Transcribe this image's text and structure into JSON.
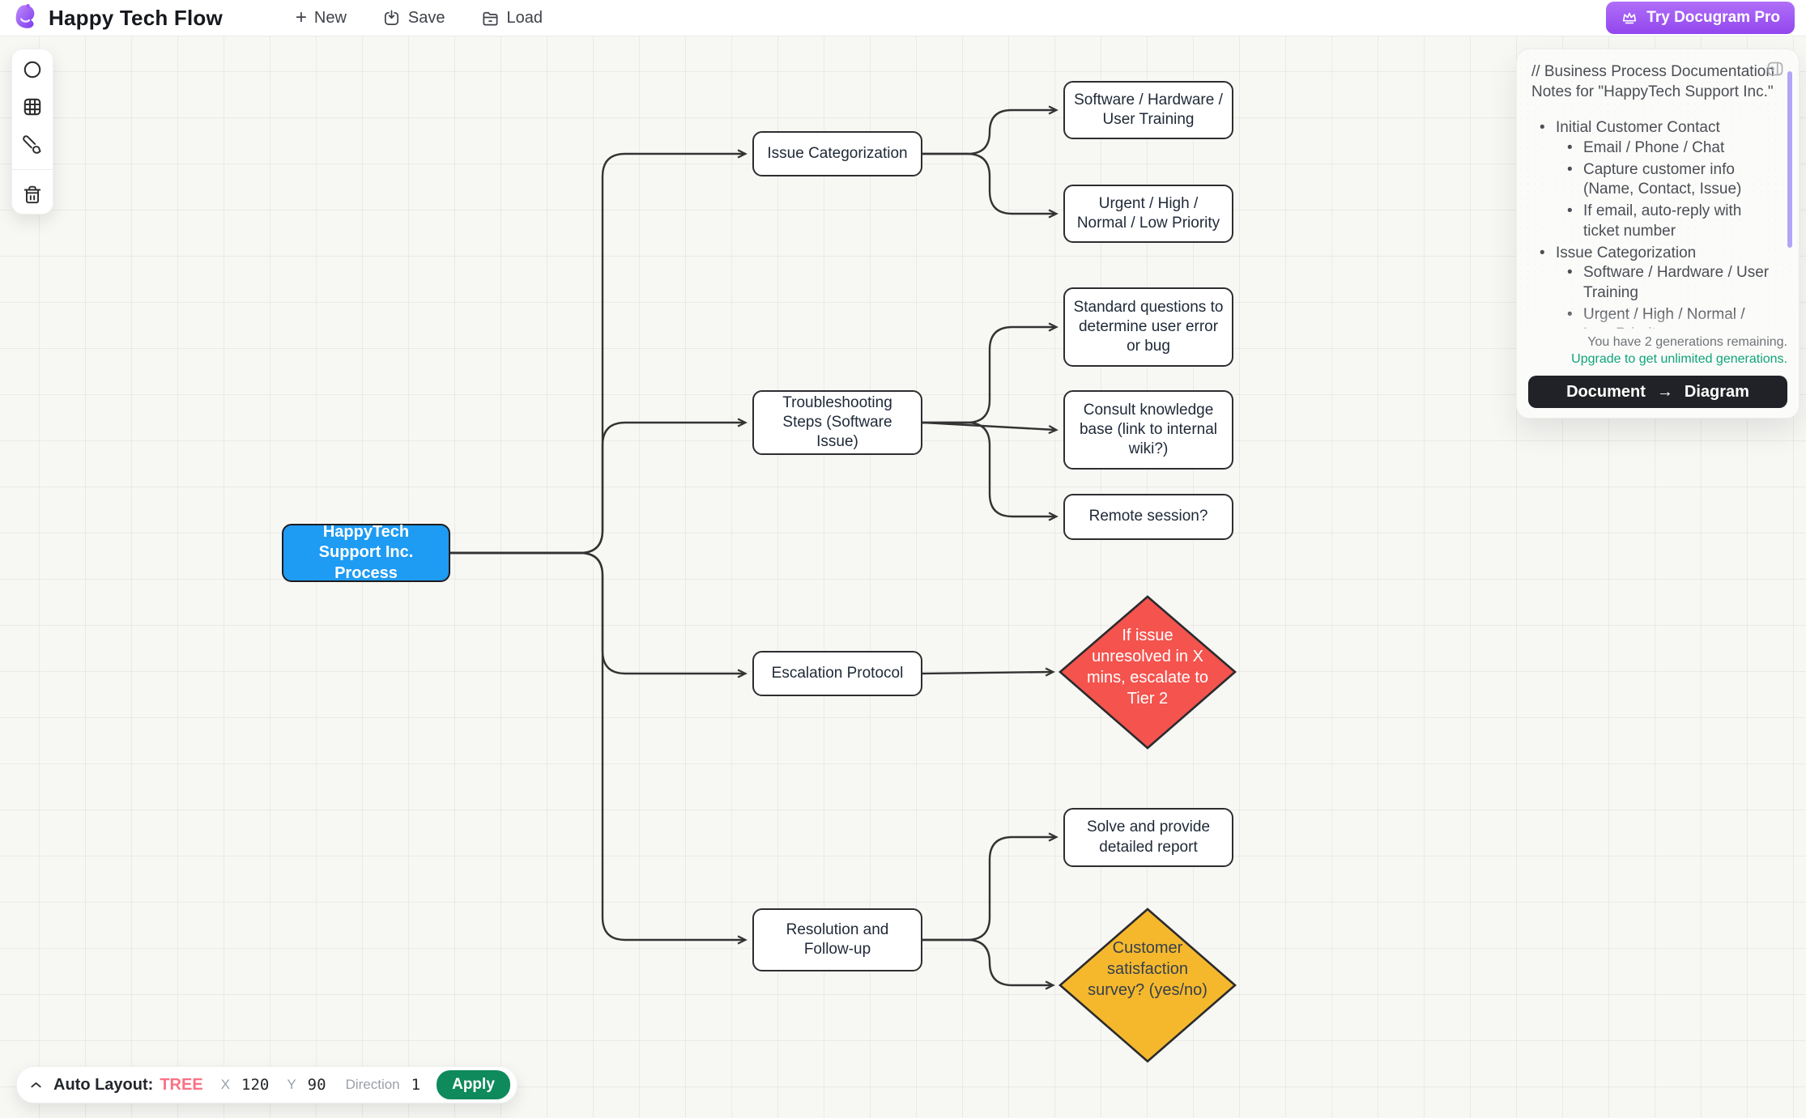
{
  "header": {
    "title": "Happy Tech Flow",
    "new_label": "New",
    "save_label": "Save",
    "load_label": "Load",
    "pro_label": "Try Docugram Pro"
  },
  "icons": {
    "logo": "octopus-logo",
    "new": "plus-icon",
    "save": "save-tray-icon",
    "load": "folder-icon",
    "pro": "crown-icon",
    "tools": [
      "circle-tool",
      "grid-tool",
      "brush-tool",
      "trash-tool"
    ],
    "panel_collapse": "panel-collapse-right-icon",
    "layout_toggle": "chevron-up-icon"
  },
  "colors": {
    "root_blue": "#1E9BF3",
    "decision_red": "#F4534E",
    "decision_orange": "#F5B82D",
    "accent_purple": "#9A4DF0",
    "apply_green": "#0F8A5C",
    "tree_pink": "#FB7185",
    "upgrade_green": "#0EA47A",
    "edge": "#333333"
  },
  "canvas": {
    "nodes": [
      {
        "id": "root",
        "label": "HappyTech Support Inc. Process",
        "shape": "rect",
        "color": "#1E9BF3"
      },
      {
        "id": "issue-categorization",
        "label": "Issue Categorization",
        "shape": "rect",
        "color": "#FFFFFF"
      },
      {
        "id": "software-hardware",
        "label": "Software / Hardware / User Training",
        "shape": "rect",
        "color": "#FFFFFF"
      },
      {
        "id": "priority",
        "label": "Urgent / High / Normal / Low Priority",
        "shape": "rect",
        "color": "#FFFFFF"
      },
      {
        "id": "troubleshooting",
        "label": "Troubleshooting Steps (Software Issue)",
        "shape": "rect",
        "color": "#FFFFFF"
      },
      {
        "id": "standard-questions",
        "label": "Standard questions to determine user error or bug",
        "shape": "rect",
        "color": "#FFFFFF"
      },
      {
        "id": "consult-kb",
        "label": "Consult knowledge base (link to internal wiki?)",
        "shape": "rect",
        "color": "#FFFFFF"
      },
      {
        "id": "remote-session",
        "label": "Remote session?",
        "shape": "rect",
        "color": "#FFFFFF"
      },
      {
        "id": "escalation-protocol",
        "label": "Escalation Protocol",
        "shape": "rect",
        "color": "#FFFFFF"
      },
      {
        "id": "escalate-tier2",
        "label": "If issue unresolved in X mins, escalate to Tier 2",
        "shape": "diamond",
        "color": "#F4534E"
      },
      {
        "id": "resolution",
        "label": "Resolution and Follow-up",
        "shape": "rect",
        "color": "#FFFFFF"
      },
      {
        "id": "solve-report",
        "label": "Solve and provide detailed report",
        "shape": "rect",
        "color": "#FFFFFF"
      },
      {
        "id": "satisfaction-survey",
        "label": "Customer satisfaction survey? (yes/no)",
        "shape": "diamond",
        "color": "#F5B82D"
      }
    ]
  },
  "notes": {
    "title": "// Business Process Documentation Notes for \"HappyTech Support Inc.\"",
    "bullets": [
      {
        "text": "Initial Customer Contact",
        "children": [
          "Email / Phone / Chat",
          "Capture customer info (Name, Contact, Issue)",
          "If email, auto-reply with ticket number"
        ]
      },
      {
        "text": "Issue Categorization",
        "children": [
          "Software / Hardware / User Training",
          "Urgent / High / Normal / Low Priority"
        ]
      },
      {
        "text": "Troubleshooting Steps (Software Issue)",
        "children": [
          "Standard questions to determine"
        ]
      }
    ]
  },
  "generation": {
    "remaining_text": "You have 2 generations remaining.",
    "upgrade_text": "Upgrade to get unlimited generations."
  },
  "convert": {
    "left": "Document",
    "arrow": "→",
    "right": "Diagram"
  },
  "layout_bar": {
    "label": "Auto Layout:",
    "mode": "TREE",
    "x_label": "X",
    "x_value": "120",
    "y_label": "Y",
    "y_value": "90",
    "direction_label": "Direction",
    "direction_value": "1",
    "apply_label": "Apply"
  }
}
